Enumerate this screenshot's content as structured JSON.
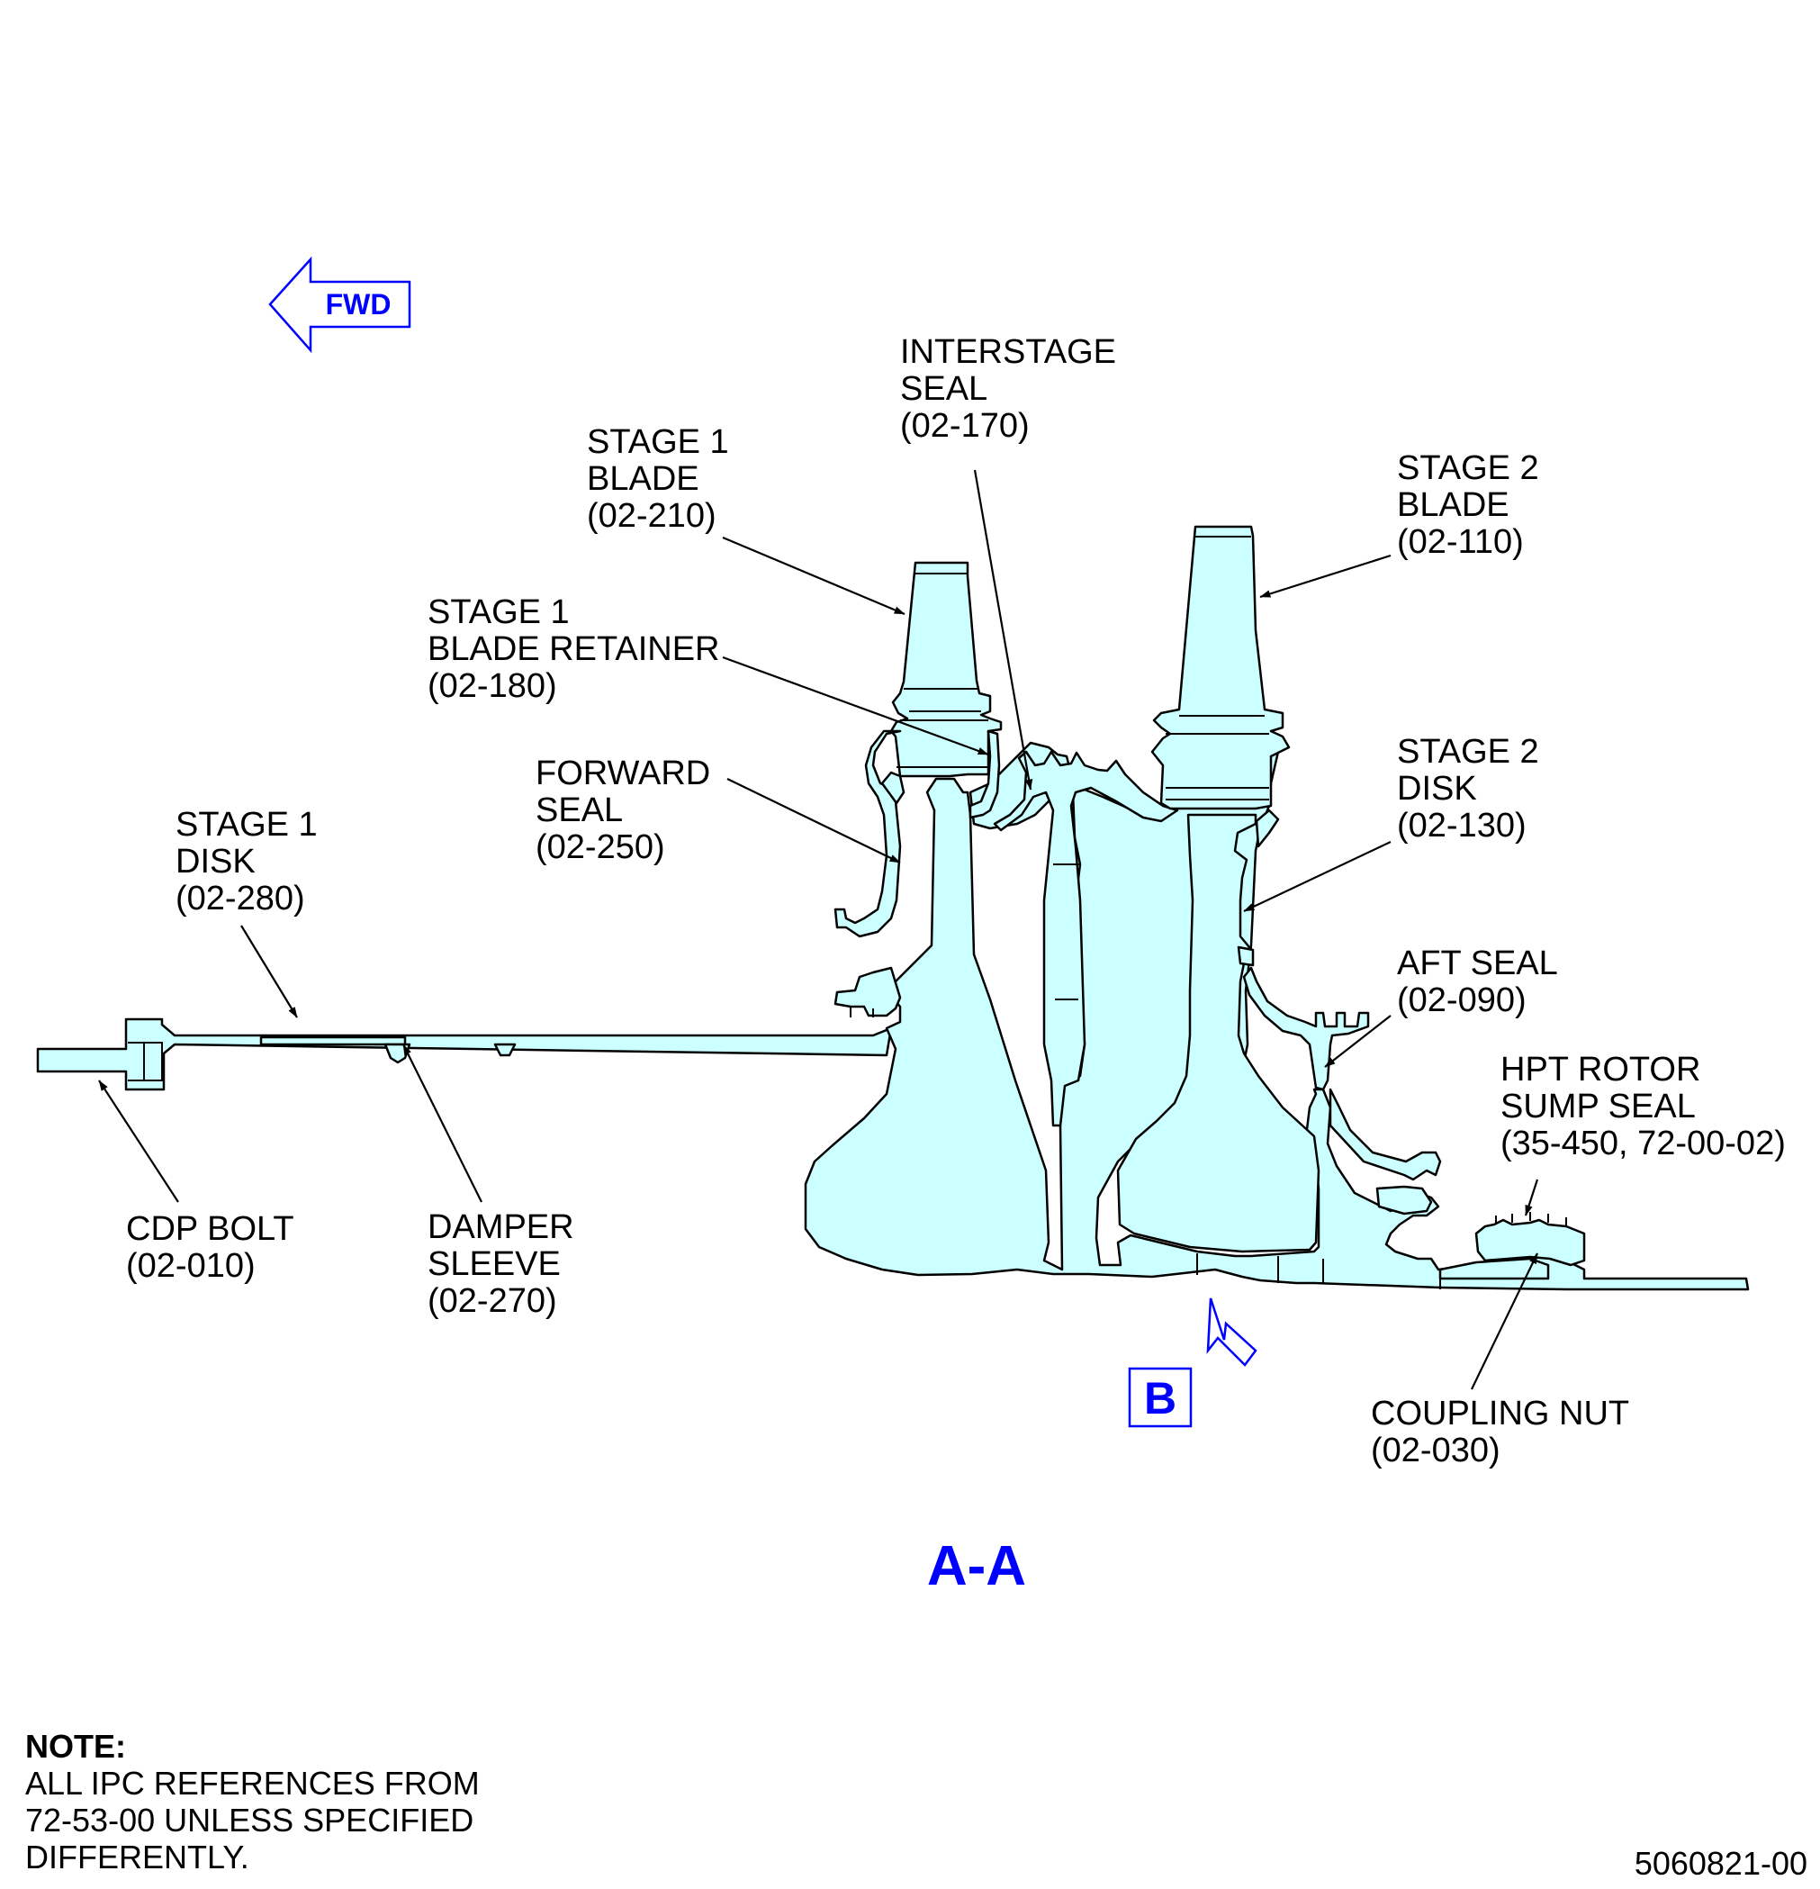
{
  "fwd_label": "FWD",
  "view_label": "A-A",
  "detail_ref": "B",
  "callouts": {
    "stage1_blade": [
      "STAGE 1",
      "BLADE",
      "(02-210)"
    ],
    "interstage_seal": [
      "INTERSTAGE",
      "SEAL",
      "(02-170)"
    ],
    "stage2_blade": [
      "STAGE 2",
      "BLADE",
      "(02-110)"
    ],
    "stage1_blade_retainer": [
      "STAGE 1",
      "BLADE RETAINER",
      "(02-180)"
    ],
    "forward_seal": [
      "FORWARD",
      "SEAL",
      "(02-250)"
    ],
    "stage2_disk": [
      "STAGE 2",
      "DISK",
      "(02-130)"
    ],
    "stage1_disk": [
      "STAGE 1",
      "DISK",
      "(02-280)"
    ],
    "aft_seal": [
      "AFT SEAL",
      "(02-090)"
    ],
    "hpt_rotor_sump_seal": [
      "HPT ROTOR",
      "SUMP SEAL",
      "(35-450, 72-00-02)"
    ],
    "cdp_bolt": [
      "CDP BOLT",
      "(02-010)"
    ],
    "damper_sleeve": [
      "DAMPER",
      "SLEEVE",
      "(02-270)"
    ],
    "coupling_nut": [
      "COUPLING NUT",
      "(02-030)"
    ]
  },
  "note": {
    "heading": "NOTE:",
    "lines": [
      "ALL IPC REFERENCES FROM",
      "72-53-00 UNLESS SPECIFIED",
      "DIFFERENTLY."
    ]
  },
  "figure_id": "5060821-00"
}
